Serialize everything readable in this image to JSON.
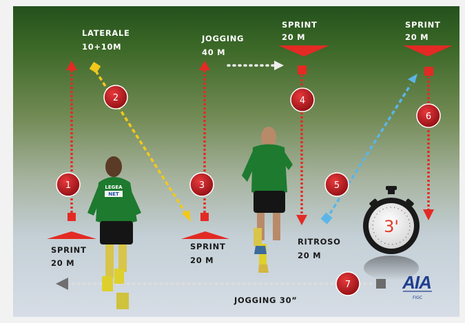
{
  "labels": {
    "laterale": "Laterale",
    "laterale_dist": "10+10m",
    "jogging_top": "Jogging",
    "jogging_top_dist": "40 m",
    "sprint_top_1": "Sprint",
    "sprint_top_1_dist": "20 m",
    "sprint_top_2": "Sprint",
    "sprint_top_2_dist": "20 m",
    "sprint_bottom_1": "Sprint",
    "sprint_bottom_1_dist": "20 m",
    "sprint_bottom_2": "Sprint",
    "sprint_bottom_2_dist": "20 m",
    "ritroso": "Ritroso",
    "ritroso_dist": "20 m",
    "jogging_bottom": "Jogging 30”"
  },
  "steps": [
    "1",
    "2",
    "3",
    "4",
    "5",
    "6",
    "7"
  ],
  "timer": "3'",
  "logo": {
    "text": "AIA",
    "subtext": "FIGC"
  },
  "shirt_text": {
    "brand": "LEGEA",
    "sponsor": "NET"
  },
  "colors": {
    "sprint": "#e32a24",
    "lateral": "#f2c81c",
    "backward": "#5bb5e8",
    "jogging": "#eeeeee",
    "badge": "#c0161b",
    "logo": "#1f3f8e"
  }
}
